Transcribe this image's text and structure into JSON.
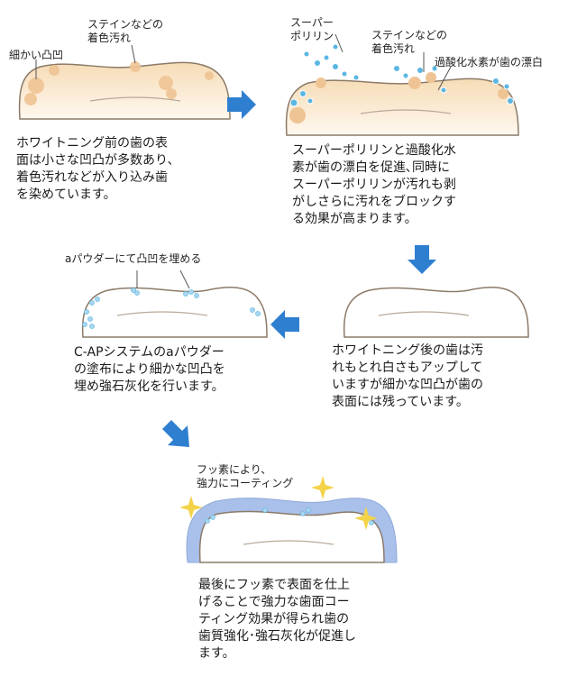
{
  "step1": {
    "label_stain": "ステインなどの\n着色汚れ",
    "label_bumps": "細かい凸凹",
    "description": "ホワイトニング前の歯の表\n面は小さな凹凸が多数あり、\n着色汚れなどが入り込み歯\nを染めています。"
  },
  "step2": {
    "label_superpolyrin": "スーパー\nポリリン",
    "label_stain": "ステインなどの\n着色汚れ",
    "label_peroxide": "過酸化水素が歯の漂白",
    "description": "スーパーポリリンと過酸化水\n素が歯の漂白を促進､同時に\nスーパーポリリンが汚れも剥\nがしさらに汚れをブロックす\nる効果が高まります。"
  },
  "step3": {
    "description": "ホワイトニング後の歯は汚\nれもとれ白さもアップして\nいますが細かな凹凸が歯の\n表面には残っています。"
  },
  "step4": {
    "label_powder": "aパウダーにて凸凹を埋める",
    "description": "C-APシステムのaパウダー\nの塗布により細かな凹凸を\n埋め強石灰化を行います。"
  },
  "step5": {
    "label_coating": "フッ素により、\n強力にコーティング",
    "description": "最後にフッ素で表面を仕上\nげることで強力な歯面コー\nティング効果が得られ歯の\n歯質強化･強石灰化が促進し\nます。"
  },
  "colors": {
    "arrow": "#2f7fd0",
    "enamel_fill": "#f8ecd7",
    "stain": "#efc494",
    "outline": "#8c7a68",
    "bubble": "#5ab6e2",
    "coating": "#a9c0ea",
    "sparkle": "#f3d34a"
  }
}
